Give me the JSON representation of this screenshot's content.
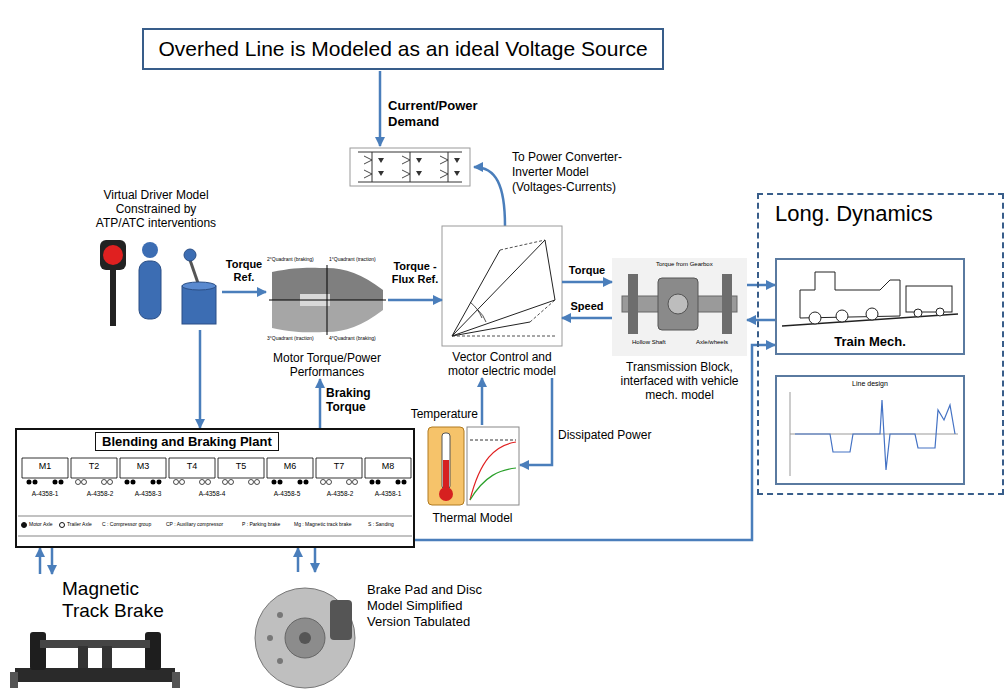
{
  "diagram": {
    "nodes": [
      {
        "text": [
          "Overhed Line is Modeled as an ideal Voltage Source"
        ]
      },
      {
        "text": [
          "Virtual Driver Model Constrained by ATP/ATC interventions"
        ]
      },
      {
        "text": [
          "Motor Torque/Power Performances"
        ]
      },
      {
        "text": [
          "Vector Control and motor electric model"
        ]
      },
      {
        "text": [
          "Transmission Block, interfaced with vehicle mech. model"
        ]
      },
      {
        "text": [
          "Long. Dynamics"
        ]
      },
      {
        "text": [
          "Train Mech."
        ],
        "in": 5
      },
      {
        "text": [
          "Line design"
        ],
        "in": 5
      },
      {
        "text": [
          "Thermal Model"
        ]
      },
      {
        "text": [
          "Blending and Braking Plant"
        ]
      },
      {
        "text": [
          "Magnetic Track Brake"
        ]
      },
      {
        "text": [
          "Brake Pad and Disc Model Simplified Version Tabulated"
        ]
      }
    ],
    "edges": [
      {
        "from": 1,
        "to": 2,
        "label": "Torque Ref.",
        "arrow": "to"
      },
      {
        "from": 2,
        "to": 3,
        "label": "Torque -Flux Ref.",
        "arrow": "to"
      },
      {
        "from": 3,
        "to": 4,
        "label": "Torque",
        "arrow": "to"
      },
      {
        "from": 4,
        "to": 3,
        "label": "Speed",
        "arrow": "to"
      },
      {
        "from": 4,
        "to": 6,
        "arrow": "to"
      },
      {
        "from": 6,
        "to": 4,
        "arrow": "to"
      },
      {
        "from": 3,
        "to": 8,
        "label": "Dissipated Power",
        "arrow": "to"
      },
      {
        "from": 8,
        "to": 3,
        "label": "Temperature",
        "arrow": "to"
      },
      {
        "from": 1,
        "to": 9,
        "arrow": "to"
      },
      {
        "from": 9,
        "to": 2,
        "label": "Braking Torque",
        "arrow": "to"
      },
      {
        "from": 9,
        "to": 6,
        "arrow": "to"
      },
      {
        "from": 9,
        "to": 10,
        "arrow": "to"
      },
      {
        "from": 10,
        "to": 9,
        "arrow": "to"
      },
      {
        "from": 9,
        "to": 11,
        "arrow": "to"
      },
      {
        "from": 11,
        "to": 9,
        "arrow": "to"
      }
    ],
    "labels": [
      "Current/Power Demand",
      "To Power Converter-Inverter Model (Voltages-Currents)",
      "2°Quadrant (braking)",
      "1°Quadrant (traction)",
      "3°Quadrant (traction)",
      "4°Quadrant (braking)",
      "Torque from Gearbox",
      "Hollow Shaft",
      "Axle/wheels",
      "M1",
      "T2",
      "M3",
      "T4",
      "T5",
      "M6",
      "T7",
      "M8",
      "A-4358-1",
      "A-4358-2",
      "A-4358-3",
      "A-4358-4",
      "A-4358-5",
      "A-4358-2",
      "A-4358-1",
      "C : Compressor group",
      "CP : Auxiliary compressor",
      "P : Parking brake",
      "Mg : Magnetic track brake",
      "S : Sanding"
    ],
    "legend": [
      {
        "text": "Motor Axle"
      },
      {
        "text": "Trailer Axle"
      }
    ]
  }
}
